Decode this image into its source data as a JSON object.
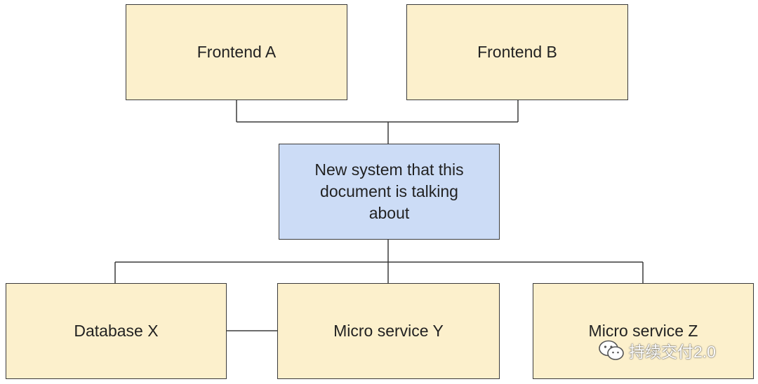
{
  "diagram": {
    "nodes": [
      {
        "id": "frontend-a",
        "label": "Frontend A",
        "fill": "#fcf0cc"
      },
      {
        "id": "frontend-b",
        "label": "Frontend B",
        "fill": "#fcf0cc"
      },
      {
        "id": "system",
        "label": "New system that this document is talking about",
        "fill": "#ccdcf6"
      },
      {
        "id": "db-x",
        "label": "Database X",
        "fill": "#fcf0cc"
      },
      {
        "id": "ms-y",
        "label": "Micro service Y",
        "fill": "#fcf0cc"
      },
      {
        "id": "ms-z",
        "label": "Micro service Z",
        "fill": "#fcf0cc"
      }
    ],
    "edges": [
      {
        "from": "frontend-a",
        "to": "system"
      },
      {
        "from": "frontend-b",
        "to": "system"
      },
      {
        "from": "system",
        "to": "db-x"
      },
      {
        "from": "system",
        "to": "ms-y"
      },
      {
        "from": "system",
        "to": "ms-z"
      },
      {
        "from": "db-x",
        "to": "ms-y"
      }
    ],
    "line_color": "#3a3a3a"
  },
  "watermark": {
    "text": "持续交付2.0",
    "icon": "wechat-icon"
  }
}
